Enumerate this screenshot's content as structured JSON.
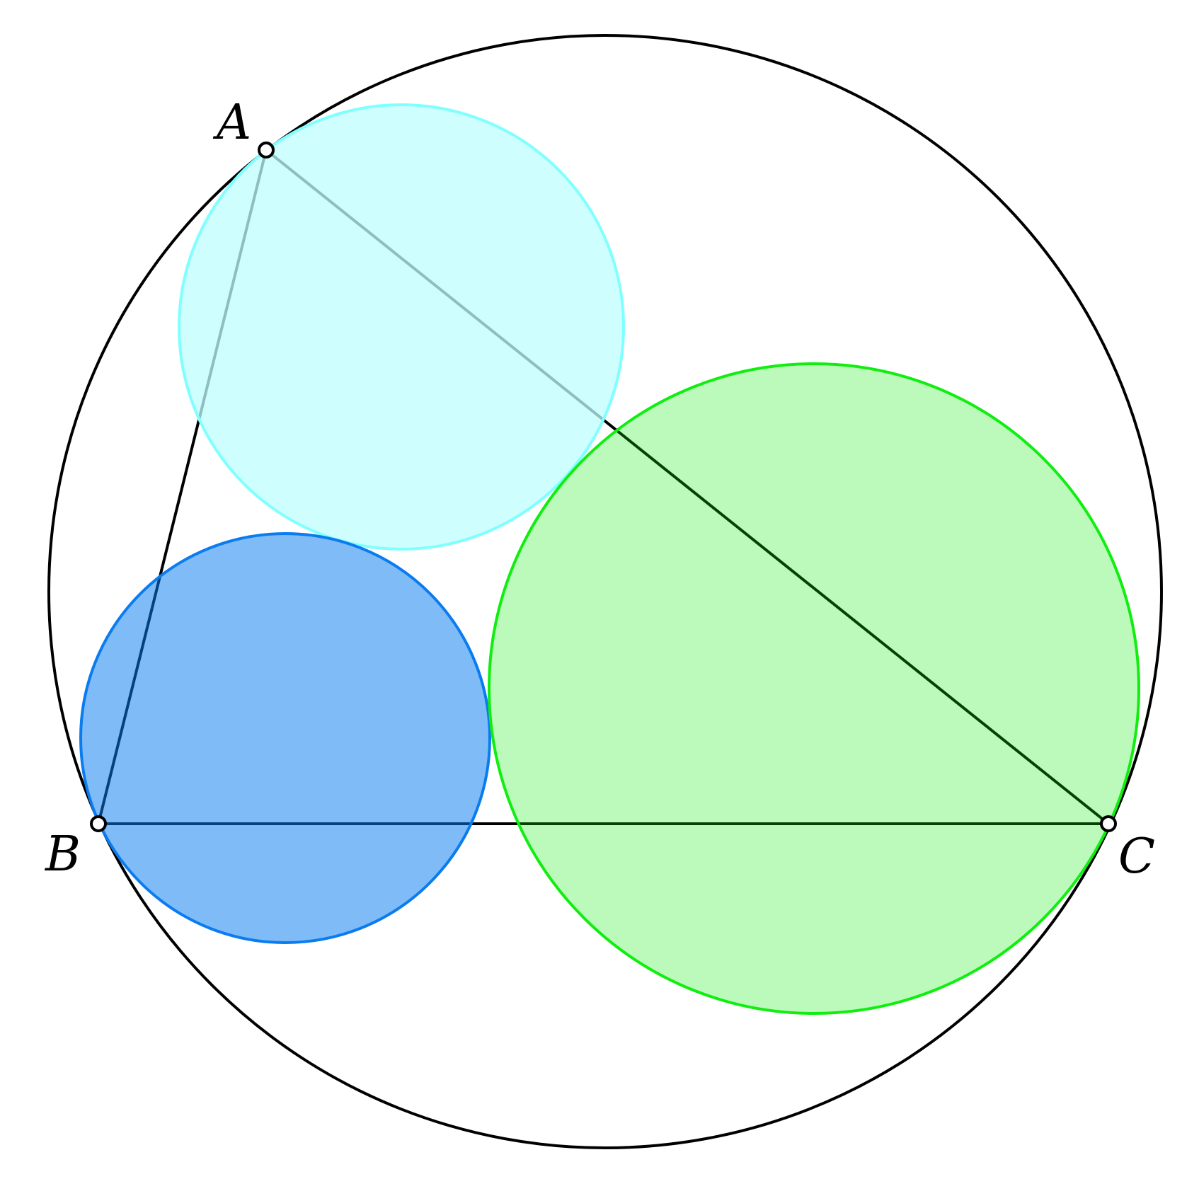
{
  "figure": {
    "vertices": [
      {
        "id": "A",
        "label": "A"
      },
      {
        "id": "B",
        "label": "B"
      },
      {
        "id": "C",
        "label": "C"
      }
    ],
    "colors": {
      "circumcircle_stroke": "#000000",
      "triangle_stroke": "#000000",
      "circle_near_A_stroke": "#80ffff",
      "circle_near_A_fill": "#bdfdfd",
      "circle_near_B_stroke": "#0a7cf0",
      "circle_near_B_fill": "#7fbffd",
      "circle_near_C_stroke": "#10ee10",
      "circle_near_C_fill": "#bcfdbc",
      "vertex_point_fill": "#ffffff",
      "vertex_point_stroke": "#000000"
    }
  }
}
